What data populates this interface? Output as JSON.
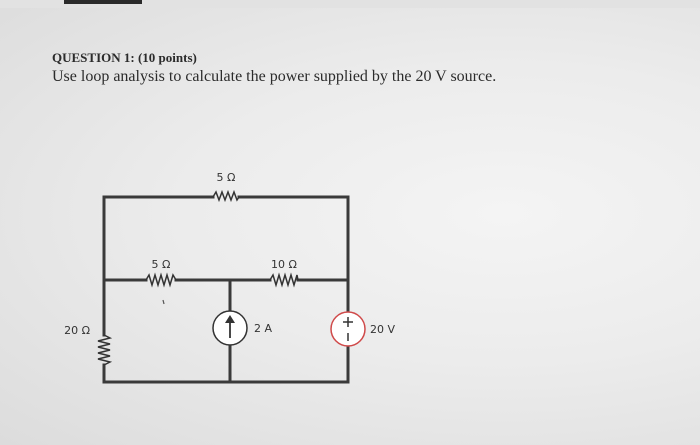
{
  "question": {
    "title": "QUESTION 1: (10 points)",
    "text": "Use loop analysis to calculate the power supplied by the 20 V source."
  },
  "circuit": {
    "components": {
      "r_top": "5 Ω",
      "r_mid_left": "5 Ω",
      "r_mid_right": "10 Ω",
      "r_left": "20 Ω",
      "current_source": "2 A",
      "voltage_source": "20 V"
    },
    "colors": {
      "wire": "#3a3a3a",
      "voltage_source_ring": "#d04a4a"
    }
  }
}
